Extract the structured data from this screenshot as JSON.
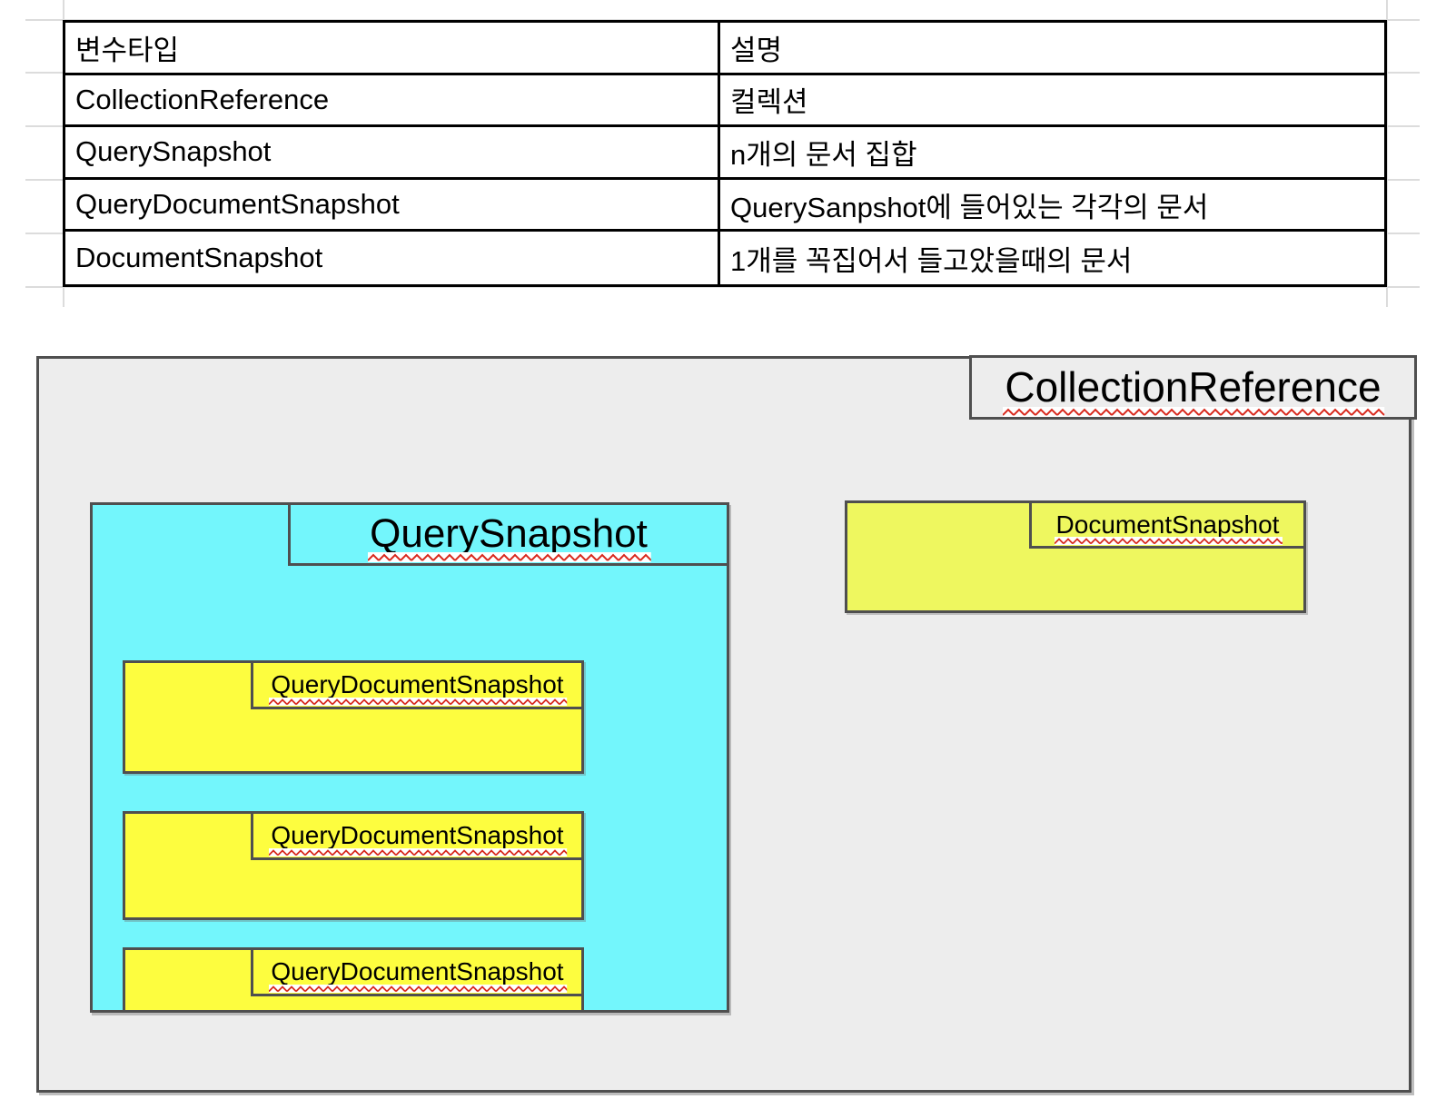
{
  "table": {
    "headers": [
      "변수타입",
      "설명"
    ],
    "rows": [
      [
        "CollectionReference",
        "컬렉션"
      ],
      [
        "QuerySnapshot",
        "n개의 문서 집합"
      ],
      [
        "QueryDocumentSnapshot",
        "QuerySanpshot에 들어있는 각각의 문서"
      ],
      [
        "DocumentSnapshot",
        "1개를 꼭집어서 들고았을때의 문서"
      ]
    ]
  },
  "diagram": {
    "collection_reference_label": "CollectionReference",
    "query_snapshot_label": "QuerySnapshot",
    "query_document_snapshot_labels": [
      "QueryDocumentSnapshot",
      "QueryDocumentSnapshot",
      "QueryDocumentSnapshot"
    ],
    "document_snapshot_label": "DocumentSnapshot",
    "colors": {
      "container_fill": "#ededed",
      "query_snapshot_fill": "#73f6fc",
      "query_document_snapshot_fill": "#fdfd3f",
      "document_snapshot_fill": "#eef75f",
      "box_border": "#4f4f4f",
      "table_border": "#000000",
      "squiggle_red": "#d8281c"
    }
  }
}
